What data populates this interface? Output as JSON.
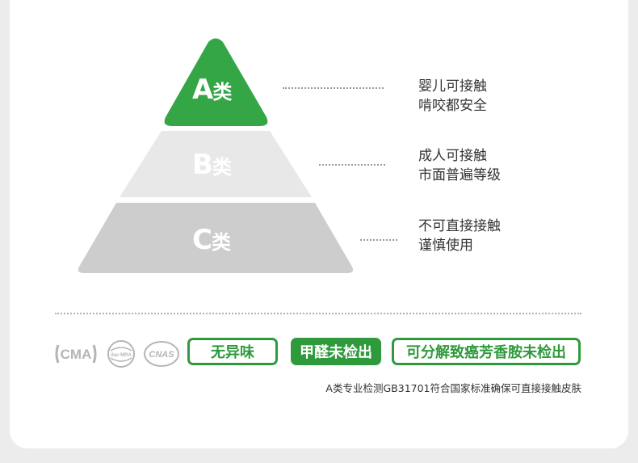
{
  "colors": {
    "accent": "#2f9a3c",
    "tier_b": "#e8e8e8",
    "tier_c": "#cccccc"
  },
  "pyramid": {
    "tiers": [
      {
        "letter": "A",
        "suffix": "类",
        "desc_lines": [
          "婴儿可接触",
          "啃咬都安全"
        ]
      },
      {
        "letter": "B",
        "suffix": "类",
        "desc_lines": [
          "成人可接触",
          "市面普遍等级"
        ]
      },
      {
        "letter": "C",
        "suffix": "类",
        "desc_lines": [
          "不可直接接触",
          "谨慎使用"
        ]
      }
    ]
  },
  "certifications": [
    {
      "icon": "cma-logo-icon",
      "text": "CMA"
    },
    {
      "icon": "iaf-logo-icon",
      "text": "ilac-MRA"
    },
    {
      "icon": "cnas-logo-icon",
      "text": "CNAS"
    }
  ],
  "badges": [
    {
      "label": "无异味",
      "style": "outline"
    },
    {
      "label": "甲醛未检出",
      "style": "filled"
    },
    {
      "label": "可分解致癌芳香胺未检出",
      "style": "outline"
    }
  ],
  "footnote": "A类专业检测GB31701符合国家标准确保可直接接触皮肤"
}
